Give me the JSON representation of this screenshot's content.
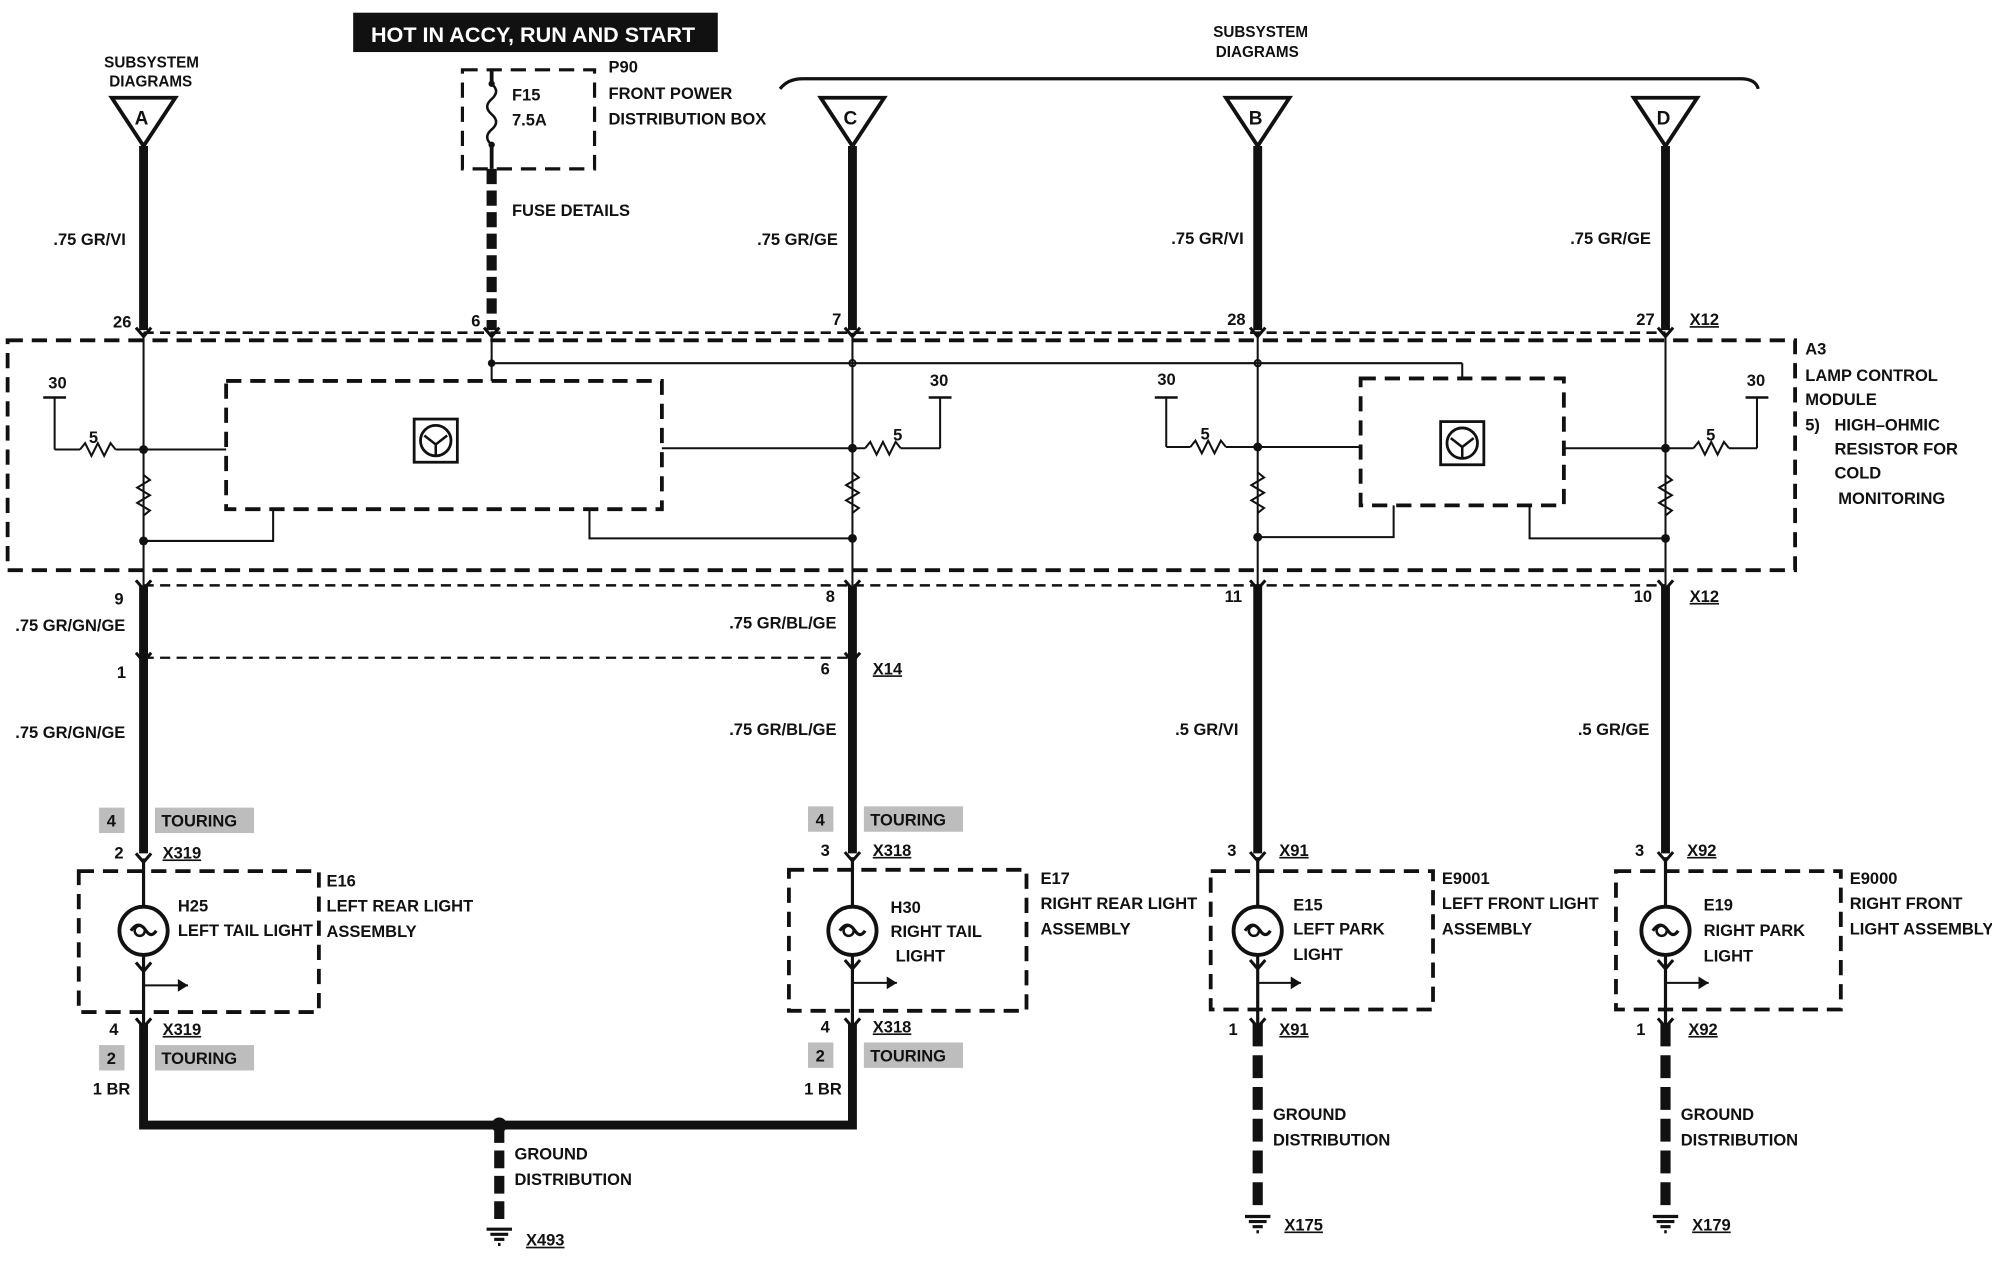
{
  "banner": "HOT IN ACCY, RUN AND START",
  "subsystem_left": [
    "SUBSYSTEM",
    "DIAGRAMS"
  ],
  "subsystem_right": [
    "SUBSYSTEM",
    "DIAGRAMS"
  ],
  "triangles": {
    "a": "A",
    "c": "C",
    "b": "B",
    "d": "D"
  },
  "fuse_box": {
    "ref": "P90",
    "name": [
      "FRONT POWER",
      "DISTRIBUTION BOX"
    ],
    "fuse": "F15",
    "rating": "7.5A",
    "details": "FUSE DETAILS"
  },
  "wires": {
    "a_top": ".75 GR/VI",
    "c_top": ".75 GR/GE",
    "b_top": ".75 GR/VI",
    "d_top": ".75 GR/GE",
    "a_mid": ".75 GR/GN/GE",
    "c_mid": ".75 GR/BL/GE",
    "a_low": ".75 GR/GN/GE",
    "c_low": ".75 GR/BL/GE",
    "b_low": ".5 GR/VI",
    "d_low": ".5 GR/GE",
    "a_ground": "1 BR",
    "c_ground": "1 BR"
  },
  "pins": {
    "a_top": "26",
    "fuse": "6",
    "c_top": "7",
    "b_top": "28",
    "d_top": "27",
    "a_out": "9",
    "c_out": "8",
    "b_out": "11",
    "d_out": "10",
    "a_x14": "1",
    "c_x14": "6",
    "e16_in": "2",
    "e17_in": "3",
    "e9001_in": "3",
    "e9000_in": "3",
    "e16_out": "4",
    "e17_out": "4",
    "e9001_out": "1",
    "e9000_out": "1",
    "touring_in": "4",
    "touring_out": "2",
    "thirty": "30",
    "five": "5"
  },
  "connectors": {
    "x12": "X12",
    "x14": "X14",
    "x319": "X319",
    "x318": "X318",
    "x91": "X91",
    "x92": "X92",
    "x493": "X493",
    "x175": "X175",
    "x179": "X179"
  },
  "touring": "TOURING",
  "module": {
    "ref": "A3",
    "name": [
      "LAMP CONTROL",
      "MODULE"
    ],
    "note_num": "5)",
    "note": [
      "HIGH–OHMIC",
      "RESISTOR FOR",
      "COLD",
      "MONITORING"
    ]
  },
  "lamps": {
    "e16": {
      "ref": "E16",
      "assembly": [
        "LEFT REAR LIGHT",
        "ASSEMBLY"
      ],
      "bulb": "H25",
      "bulb_name": [
        "LEFT TAIL LIGHT"
      ]
    },
    "e17": {
      "ref": "E17",
      "assembly": [
        "RIGHT REAR LIGHT",
        "ASSEMBLY"
      ],
      "bulb": "H30",
      "bulb_name": [
        "RIGHT TAIL",
        "LIGHT"
      ]
    },
    "e9001": {
      "ref": "E9001",
      "assembly": [
        "LEFT FRONT LIGHT",
        "ASSEMBLY"
      ],
      "bulb": "E15",
      "bulb_name": [
        "LEFT PARK",
        "LIGHT"
      ]
    },
    "e9000": {
      "ref": "E9000",
      "assembly": [
        "RIGHT FRONT",
        "LIGHT ASSEMBLY"
      ],
      "bulb": "E19",
      "bulb_name": [
        "RIGHT PARK",
        "LIGHT"
      ]
    }
  },
  "ground": [
    "GROUND",
    "DISTRIBUTION"
  ]
}
